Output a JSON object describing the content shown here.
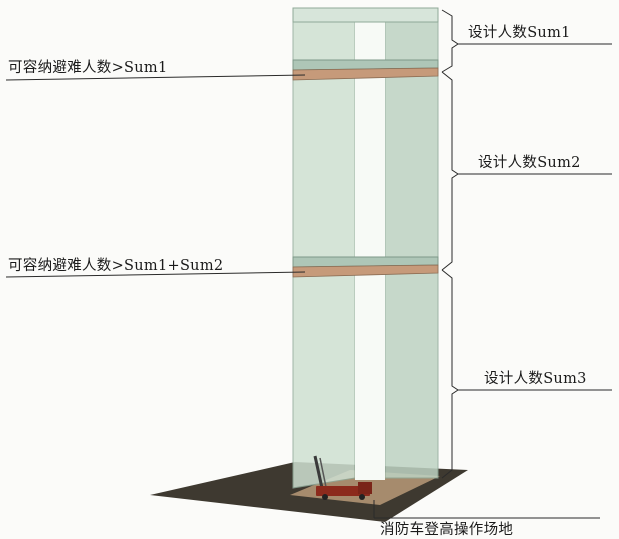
{
  "labels": {
    "design_sum1": "设计人数Sum1",
    "design_sum2": "设计人数Sum2",
    "design_sum3": "设计人数Sum3",
    "refuge_capacity_1": "可容纳避难人数>Sum1",
    "refuge_capacity_2": "可容纳避难人数>Sum1+Sum2",
    "fire_truck_area": "消防车登高操作场地"
  },
  "colors": {
    "building_face": "#c9ddcd",
    "building_face_dark": "#b4ccb9",
    "refuge_floor": "#c69a7a",
    "refuge_slab": "#aec6b7",
    "ground_base": "#3e3930",
    "ground_inner": "#b99a78",
    "truck": "#8c2a1c",
    "line": "#2a2a2a"
  }
}
